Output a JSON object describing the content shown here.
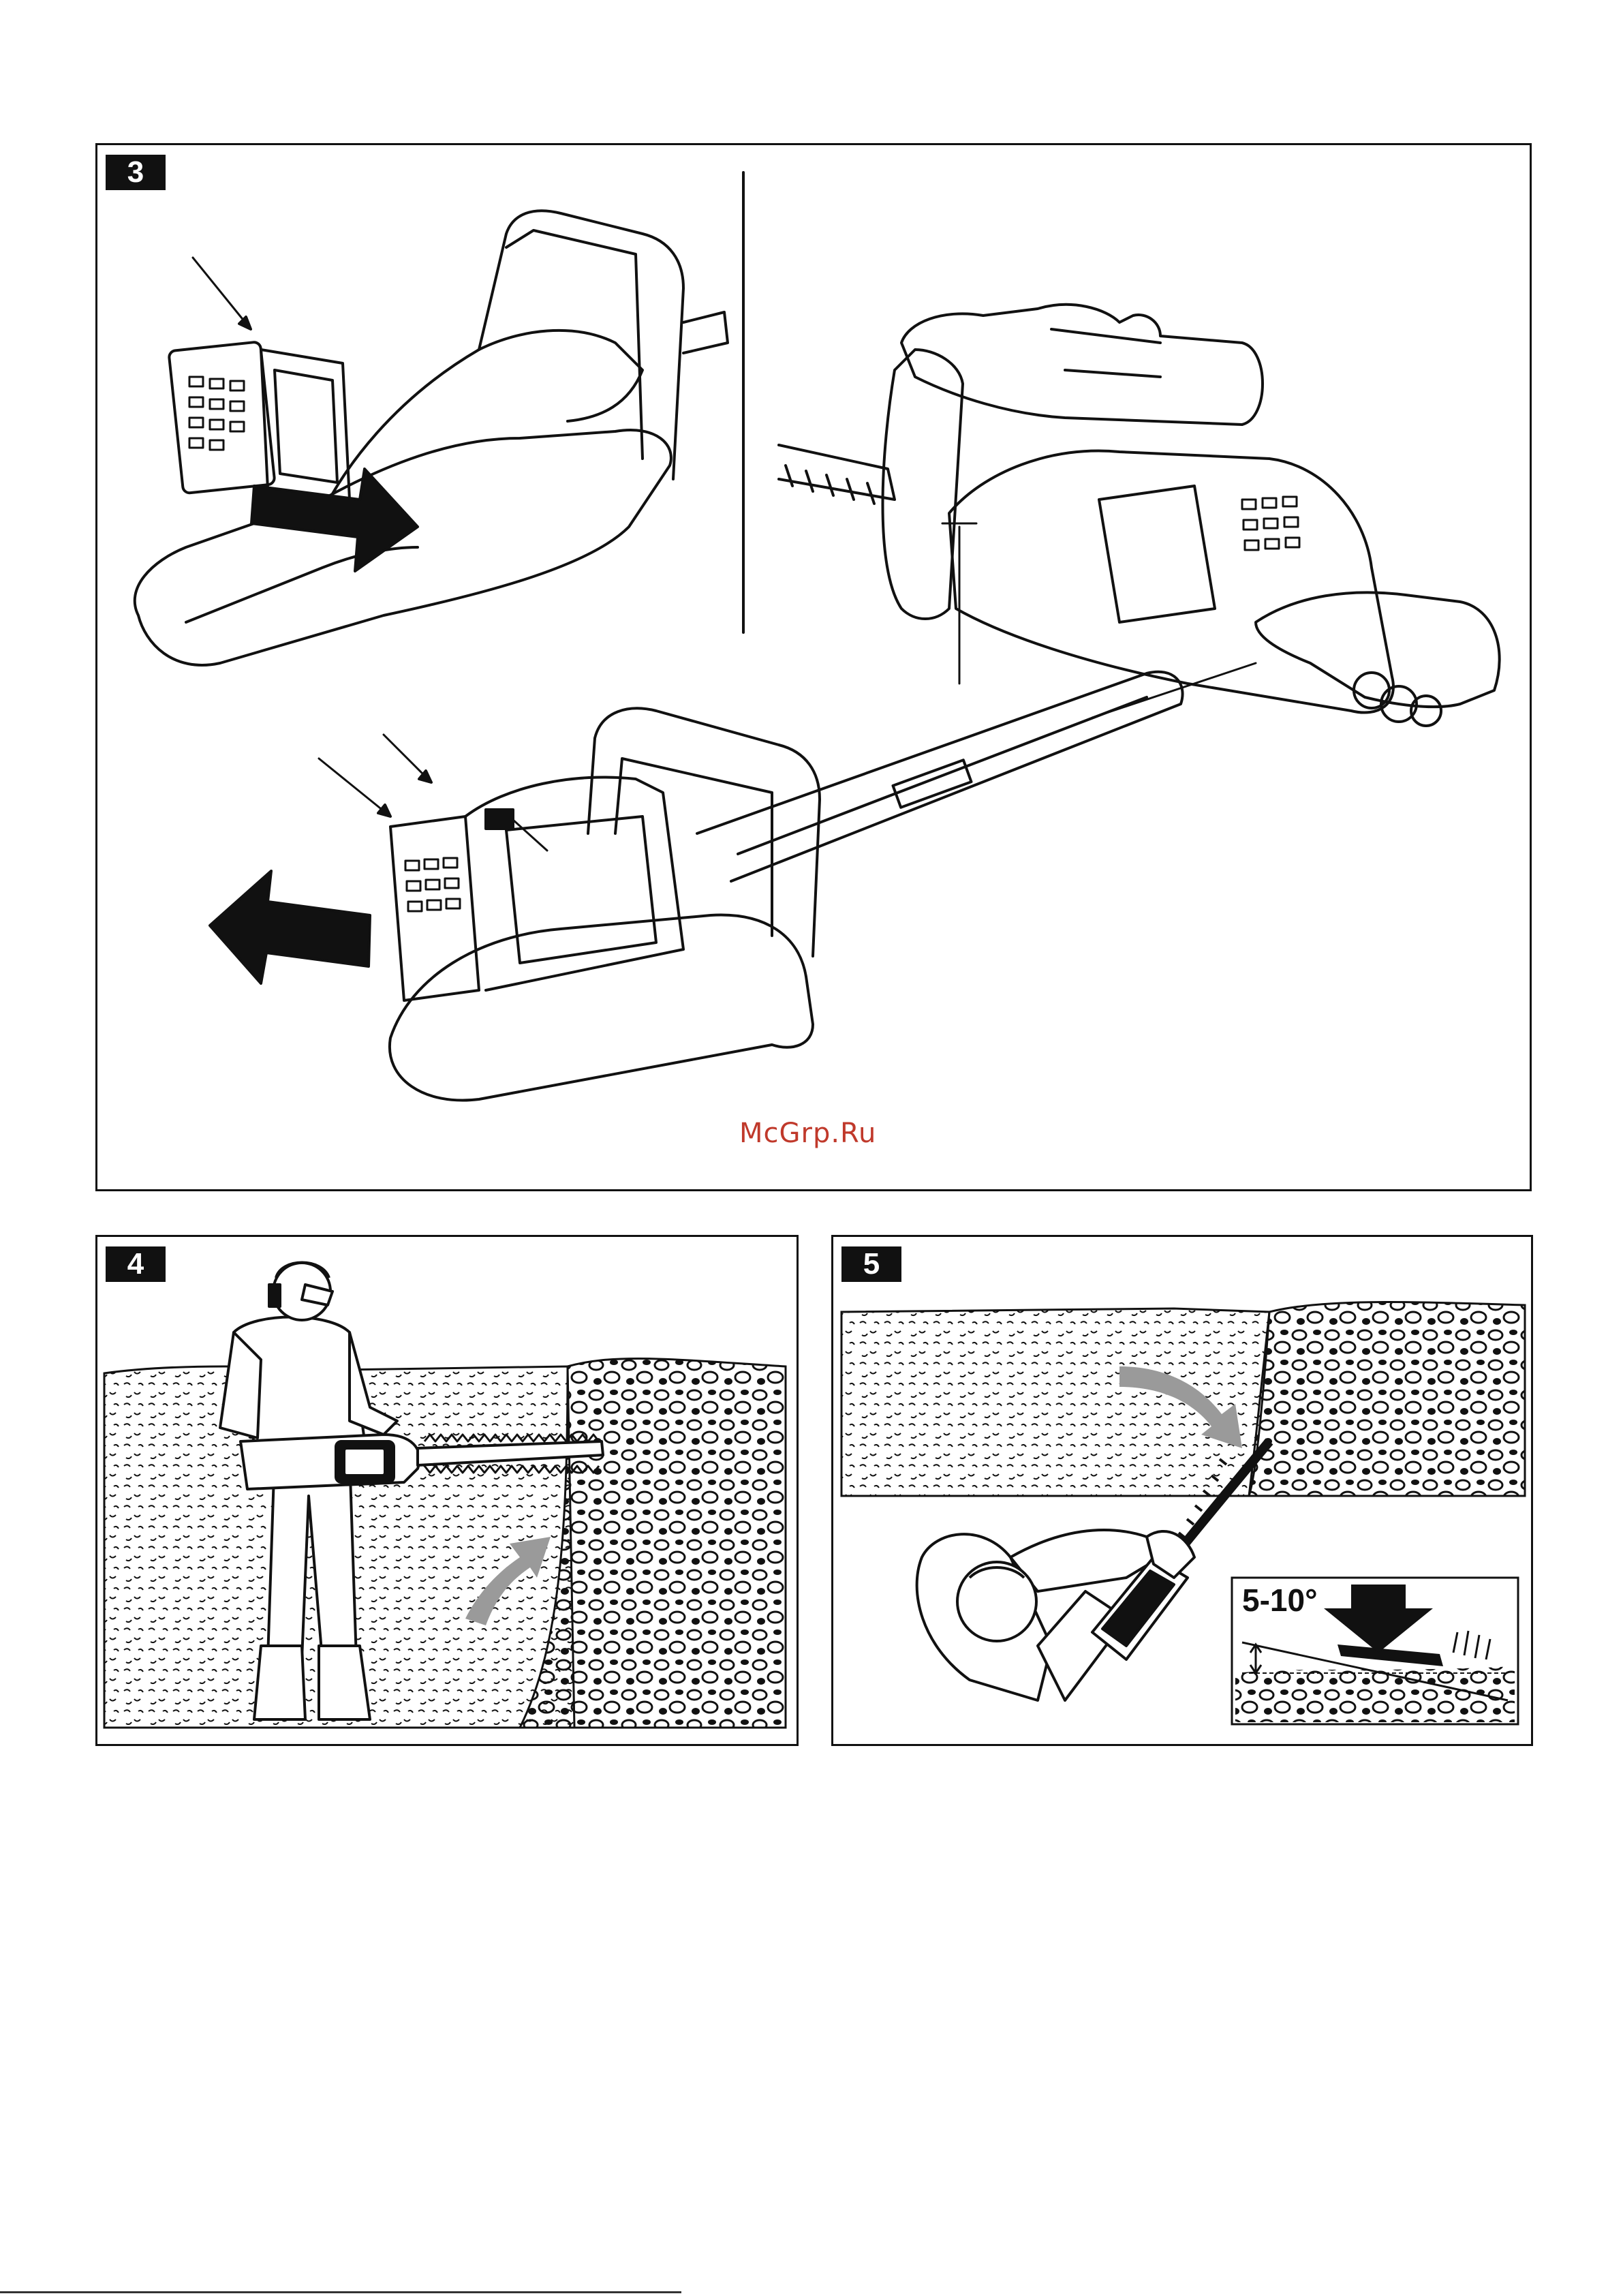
{
  "figures": [
    {
      "number": "3"
    },
    {
      "number": "4"
    },
    {
      "number": "5",
      "angle_label": "5-10°"
    }
  ],
  "watermark": "McGrp.Ru",
  "colors": {
    "ink": "#111111",
    "arrow_gray": "#9a9a9a",
    "watermark": "#c0392b"
  }
}
